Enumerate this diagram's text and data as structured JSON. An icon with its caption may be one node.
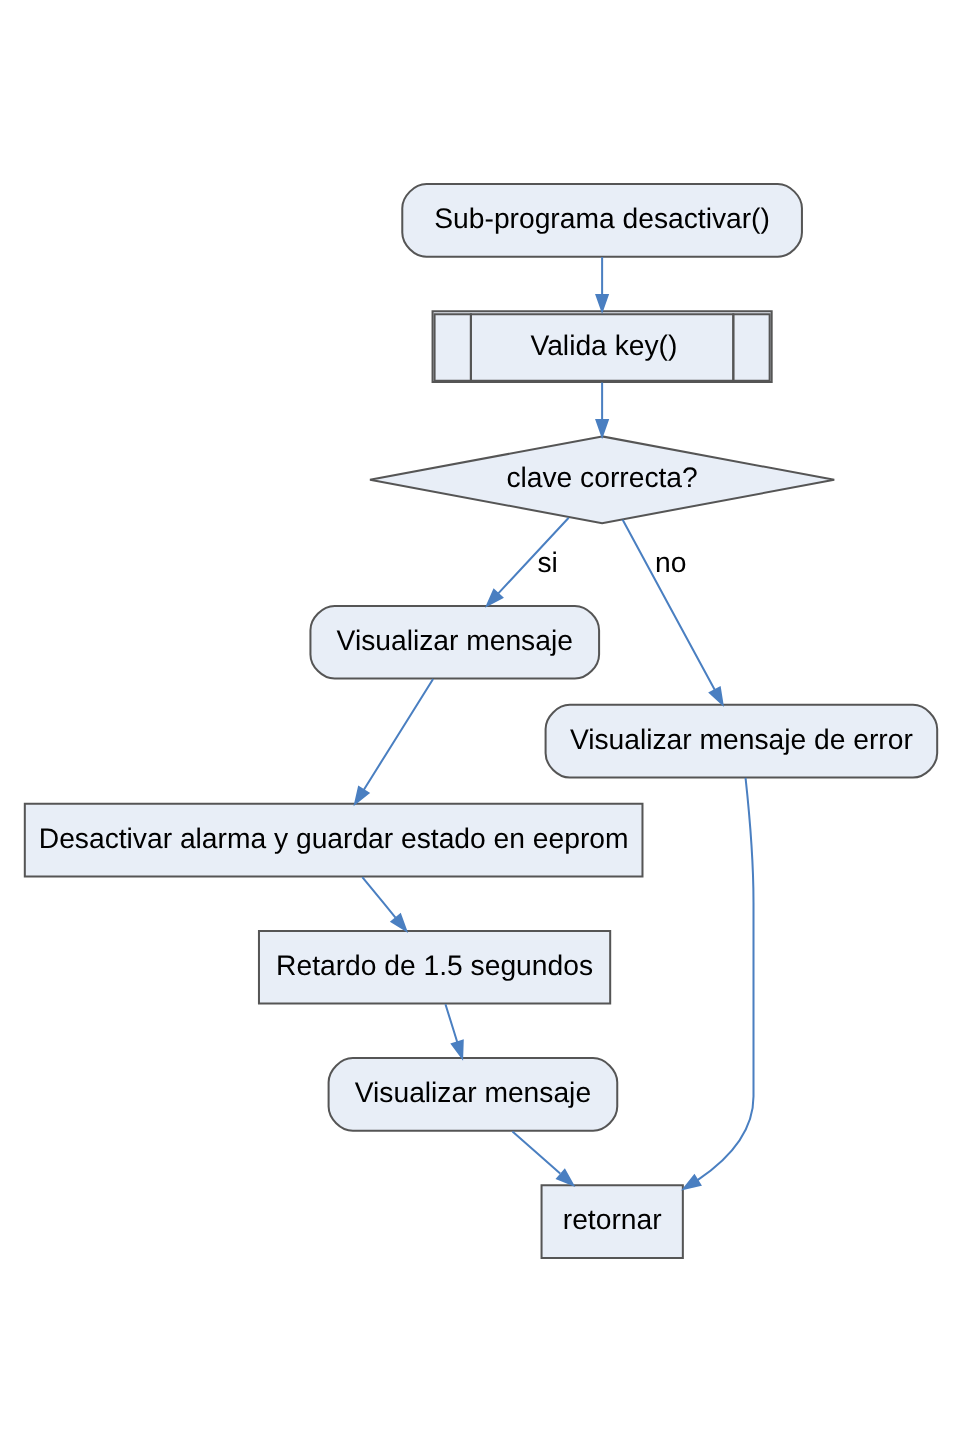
{
  "diagram": {
    "nodes": [
      {
        "text": [
          "Sub-programa desactivar()"
        ]
      },
      {
        "text": [
          "Valida key()"
        ]
      },
      {
        "text": [
          "clave correcta?"
        ]
      },
      {
        "text": [
          "Visualizar mensaje"
        ]
      },
      {
        "text": [
          "Visualizar mensaje de error"
        ]
      },
      {
        "text": [
          "Desactivar alarma y guardar estado en eeprom"
        ]
      },
      {
        "text": [
          "Retardo de 1.5 segundos"
        ]
      },
      {
        "text": [
          "Visualizar mensaje"
        ]
      },
      {
        "text": [
          "retornar"
        ]
      }
    ],
    "edges": [
      {
        "from": 0,
        "to": 1,
        "arrow": "to"
      },
      {
        "from": 1,
        "to": 2,
        "arrow": "to"
      },
      {
        "from": 2,
        "to": 3,
        "label": "si",
        "arrow": "to"
      },
      {
        "from": 2,
        "to": 4,
        "label": "no",
        "arrow": "to"
      },
      {
        "from": 3,
        "to": 5,
        "arrow": "to"
      },
      {
        "from": 5,
        "to": 6,
        "arrow": "to"
      },
      {
        "from": 6,
        "to": 7,
        "arrow": "to"
      },
      {
        "from": 7,
        "to": 8,
        "arrow": "to"
      },
      {
        "from": 4,
        "to": 8,
        "arrow": "to"
      }
    ]
  }
}
